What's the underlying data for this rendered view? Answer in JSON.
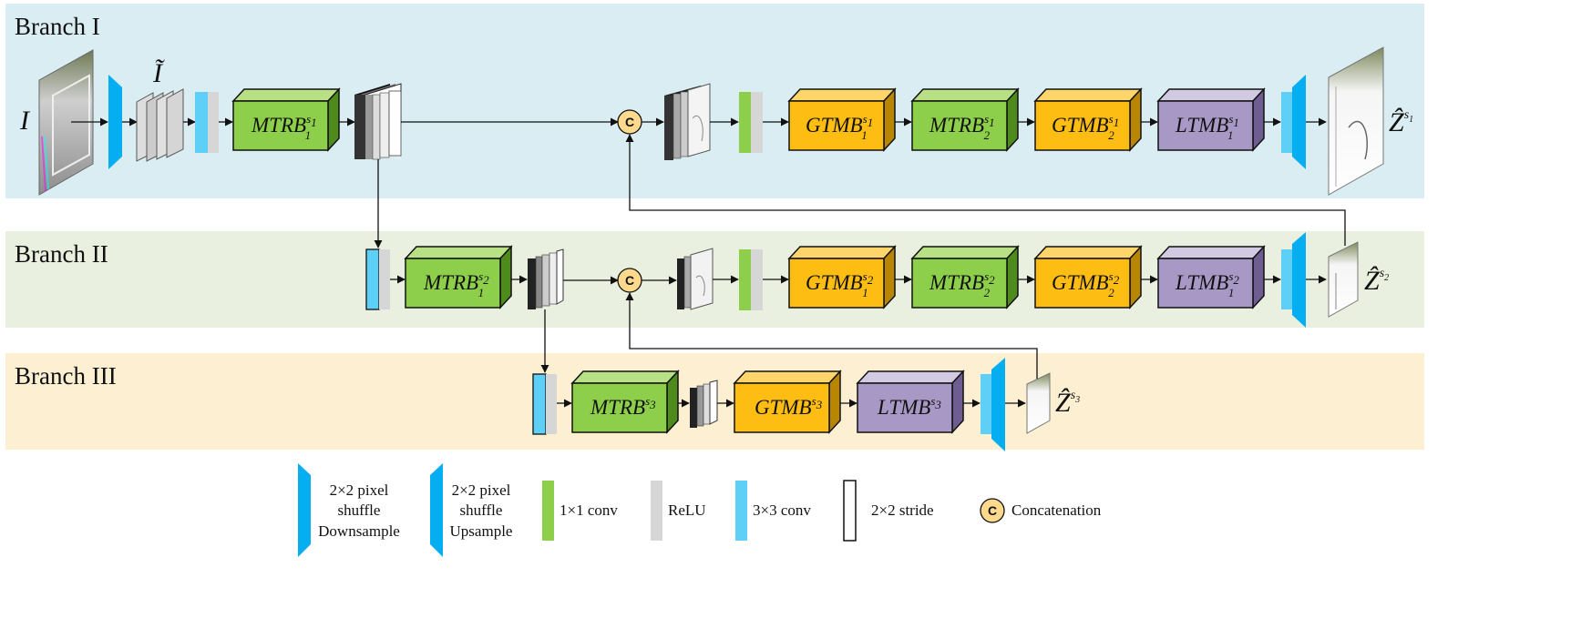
{
  "branches": {
    "b1": "Branch I",
    "b2": "Branch II",
    "b3": "Branch III"
  },
  "symbols": {
    "input": "I",
    "input_tilde": "Ĩ",
    "concat": "C"
  },
  "outputs": {
    "s1": {
      "base": "Ẑ",
      "sup": "s",
      "sub": "1"
    },
    "s2": {
      "base": "Ẑ",
      "sup": "s",
      "sub": "2"
    },
    "s3": {
      "base": "Ẑ",
      "sup": "s",
      "sub": "3"
    }
  },
  "blocks": {
    "b1_mtrb1": {
      "name": "MTRB",
      "sup": "s1",
      "sub": "1"
    },
    "b1_gtmb1": {
      "name": "GTMB",
      "sup": "s1",
      "sub": "1"
    },
    "b1_mtrb2": {
      "name": "MTRB",
      "sup": "s1",
      "sub": "2"
    },
    "b1_gtmb2": {
      "name": "GTMB",
      "sup": "s1",
      "sub": "2"
    },
    "b1_ltmb1": {
      "name": "LTMB",
      "sup": "s1",
      "sub": "1"
    },
    "b2_mtrb1": {
      "name": "MTRB",
      "sup": "s2",
      "sub": "1"
    },
    "b2_gtmb1": {
      "name": "GTMB",
      "sup": "s2",
      "sub": "1"
    },
    "b2_mtrb2": {
      "name": "MTRB",
      "sup": "s2",
      "sub": "2"
    },
    "b2_gtmb2": {
      "name": "GTMB",
      "sup": "s2",
      "sub": "2"
    },
    "b2_ltmb1": {
      "name": "LTMB",
      "sup": "s2",
      "sub": "1"
    },
    "b3_mtrb": {
      "name": "MTRB",
      "sup": "s3",
      "sub": ""
    },
    "b3_gtmb": {
      "name": "GTMB",
      "sup": "s3",
      "sub": ""
    },
    "b3_ltmb": {
      "name": "LTMB",
      "sup": "s3",
      "sub": ""
    }
  },
  "legend": {
    "downsample": [
      "2×2 pixel",
      "shuffle",
      "Downsample"
    ],
    "upsample": [
      "2×2 pixel",
      "shuffle",
      "Upsample"
    ],
    "conv1x1": "1×1 conv",
    "relu": "ReLU",
    "conv3x3": "3×3 conv",
    "stride": "2×2 stride",
    "concatenation": "Concatenation"
  },
  "colors": {
    "band1": "#daedf3",
    "band2": "#e9f0df",
    "band3": "#fdf0d2",
    "mtrb": "#8dcf4a",
    "gtmb": "#fdbd13",
    "ltmb": "#a898c5",
    "shuffle": "#05aef0",
    "conv3": "#5ed0f8",
    "conv1": "#8dcf4a",
    "relu": "#d6d6d6",
    "concat": "#fcd98c"
  }
}
